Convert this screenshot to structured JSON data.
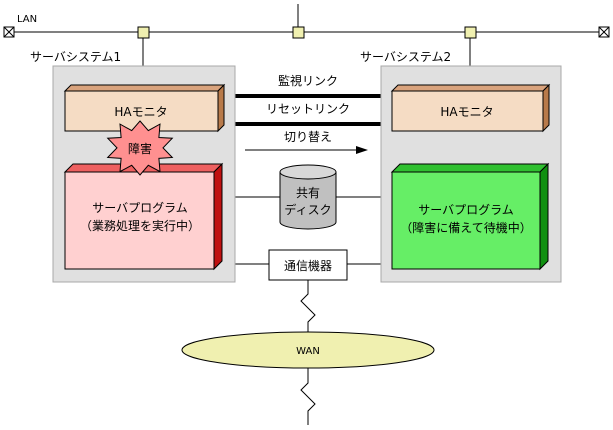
{
  "network": {
    "lan_label": "LAN",
    "wan_label": "WAN"
  },
  "server1": {
    "title": "サーバシステム1",
    "ha_monitor_label": "HAモニタ",
    "failure_label": "障害",
    "program_line1": "サーバプログラム",
    "program_line2": "（業務処理を実行中）"
  },
  "server2": {
    "title": "サーバシステム2",
    "ha_monitor_label": "HAモニタ",
    "program_line1": "サーバプログラム",
    "program_line2": "（障害に備えて待機中）"
  },
  "links": {
    "monitor_link_label": "監視リンク",
    "reset_link_label": "リセットリンク",
    "switchover_label": "切り替え"
  },
  "shared_disk": {
    "line1": "共有",
    "line2": "ディスク"
  },
  "comm_device": {
    "label": "通信機器"
  },
  "colors": {
    "system_box": "#e0e0e0",
    "ha_monitor_face": "#f5dcc4",
    "ha_monitor_side": "#b87a4a",
    "program1_face": "#ffd0d0",
    "program1_side": "#c01010",
    "program2_face": "#66ee66",
    "program2_side": "#109010",
    "failure_burst": "#ff9090",
    "node": "#f0f0b0",
    "wan_cloud": "#f0f0b0",
    "disk": "#c0c0c0"
  }
}
